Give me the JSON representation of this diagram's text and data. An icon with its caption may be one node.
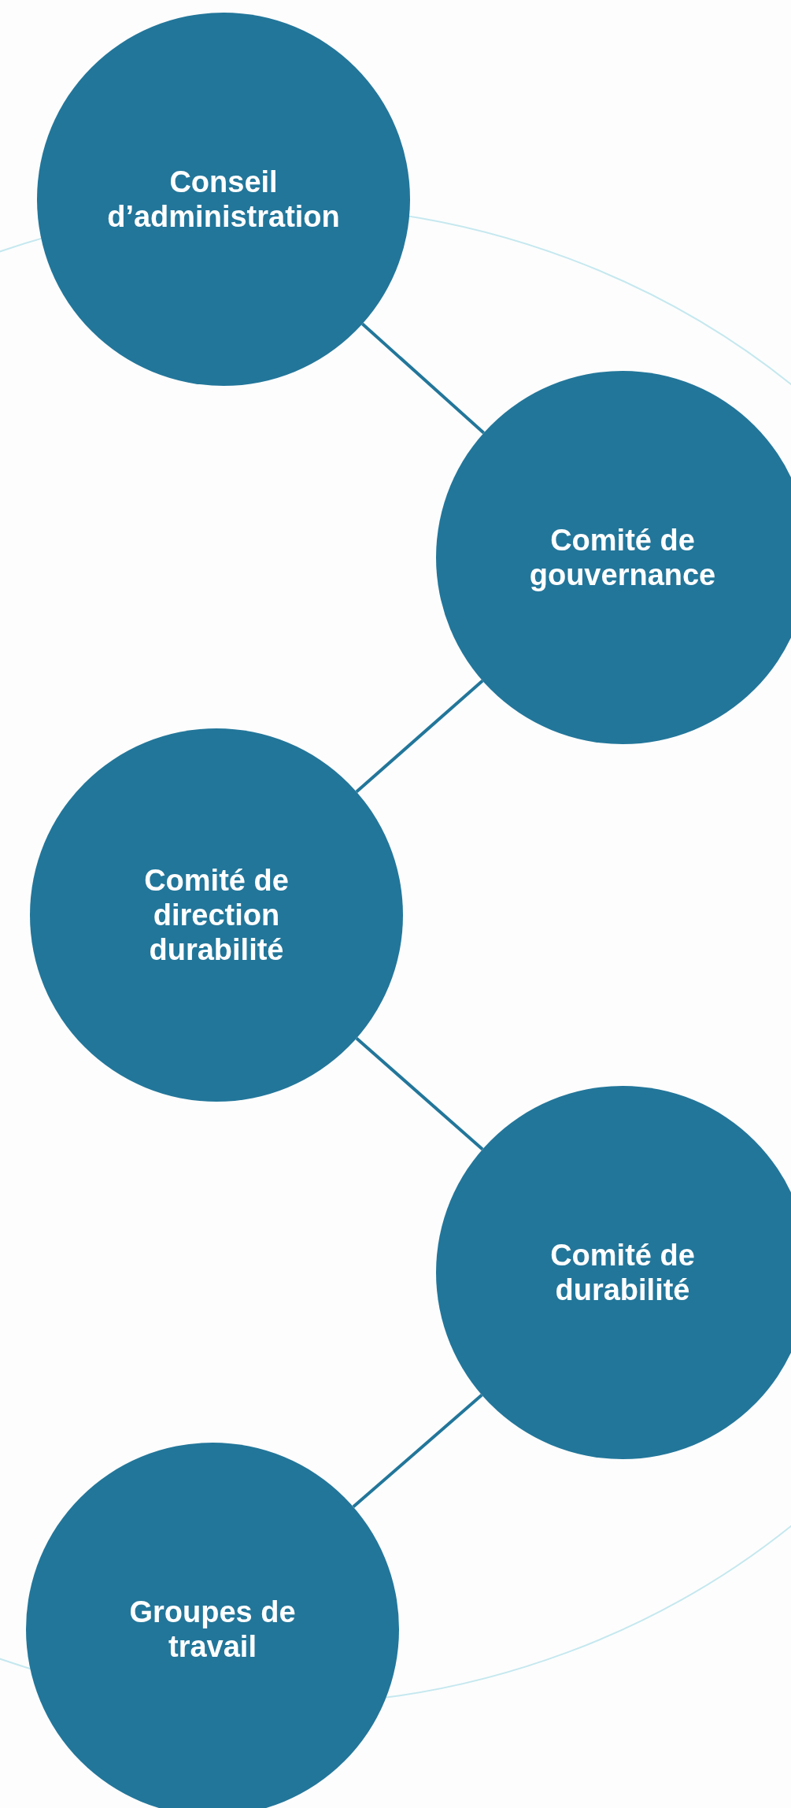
{
  "diagram": {
    "nodes": [
      {
        "text": [
          "Conseil d’administration"
        ]
      },
      {
        "text": [
          "Comité de gouvernance"
        ]
      },
      {
        "text": [
          "Comité de direction durabilité"
        ]
      },
      {
        "text": [
          "Comité de durabilité"
        ]
      },
      {
        "text": [
          "Groupes de travail"
        ]
      }
    ],
    "edges": [
      {
        "from": 0,
        "to": 1,
        "arrow": "none"
      },
      {
        "from": 1,
        "to": 2,
        "arrow": "none"
      },
      {
        "from": 2,
        "to": 3,
        "arrow": "none"
      },
      {
        "from": 3,
        "to": 4,
        "arrow": "none"
      }
    ]
  }
}
